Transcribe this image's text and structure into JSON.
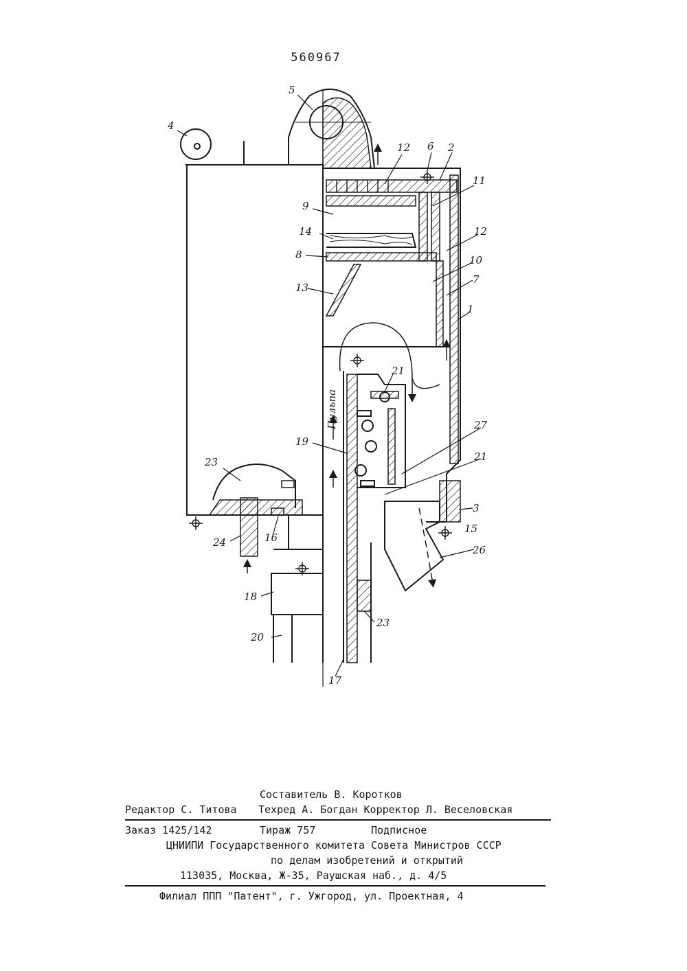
{
  "patent_number": "560967",
  "drawing": {
    "part_labels": [
      "1",
      "2",
      "3",
      "4",
      "5",
      "6",
      "7",
      "8",
      "9",
      "10",
      "11",
      "12",
      "12",
      "13",
      "14",
      "15",
      "16",
      "17",
      "18",
      "19",
      "20",
      "21",
      "22",
      "23",
      "24",
      "25",
      "26",
      "27"
    ],
    "flow_label": "Пульпа"
  },
  "imprint": {
    "compiler": "Составитель В. Коротков",
    "editor": "Редактор С. Титова",
    "tech_and_corrector": "Техред А. Богдан Корректор Л. Веселовская",
    "order": "Заказ 1425/142",
    "circulation": "Тираж 757",
    "subscription": "Подписное",
    "institute": "ЦНИИПИ Государственного комитета Совета Министров СССР",
    "affairs": "по делам изобретений и открытий",
    "address": "113035, Москва, Ж-35, Раушская наб., д. 4/5",
    "branch": "Филиал ППП \"Патент\", г. Ужгород, ул. Проектная, 4"
  }
}
